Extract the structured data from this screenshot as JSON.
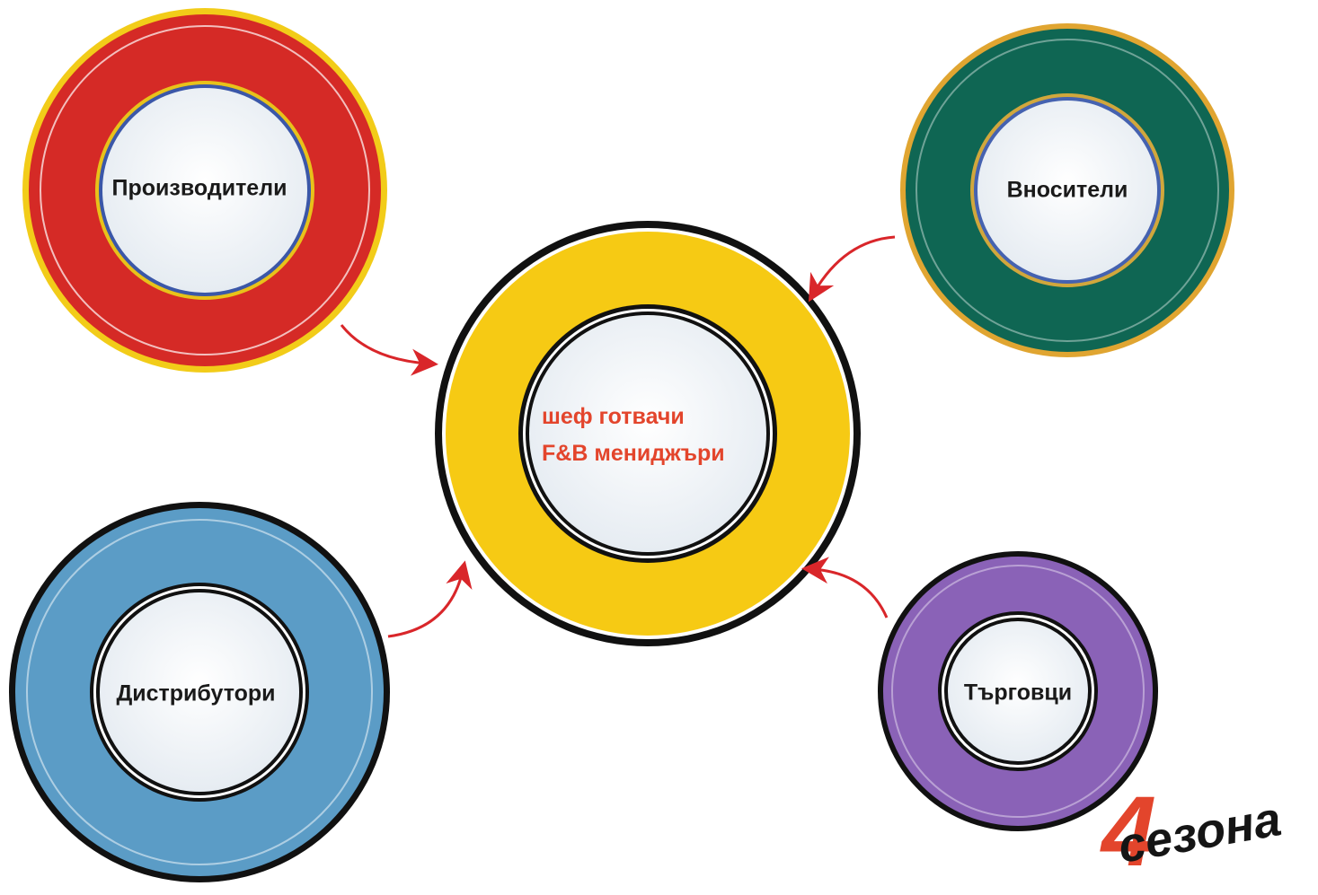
{
  "plates": [
    {
      "id": "producers",
      "label": "Производители",
      "rim_color": "#d52a26",
      "edge_color": "#f2cc19"
    },
    {
      "id": "importers",
      "label": "Вносители",
      "rim_color": "#0f6653",
      "edge_color": "#e0a531"
    },
    {
      "id": "distributors",
      "label": "Дистрибутори",
      "rim_color": "#5b9cc6",
      "edge_color": "#111111"
    },
    {
      "id": "traders",
      "label": "Търговци",
      "rim_color": "#8a62b7",
      "edge_color": "#111111"
    }
  ],
  "center": {
    "line1": "шеф готвачи",
    "line2": "F&B мениджъри",
    "rim_color": "#f6ca14",
    "edge_color": "#111111",
    "text_color": "#e3452c"
  },
  "arrow_color": "#d9262a",
  "logo": {
    "digit": "4",
    "word": "сезона"
  }
}
